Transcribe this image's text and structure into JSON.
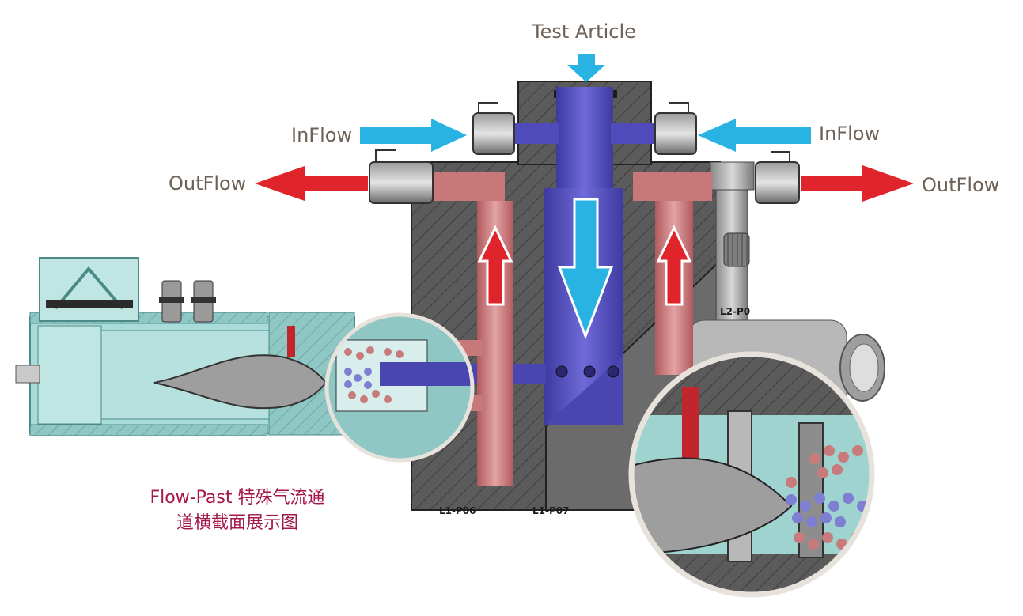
{
  "labels": {
    "test_article": "Test Article",
    "inflow_left": "InFlow",
    "inflow_right": "InFlow",
    "outflow_left": "OutFlow",
    "outflow_right": "OutFlow"
  },
  "caption": {
    "line1": "Flow-Past 特殊气流通",
    "line2": "道横截面展示图"
  },
  "part_stamps": {
    "left": "L1-P06",
    "center": "L1-P07",
    "right": "L2-P0"
  },
  "colors": {
    "inflow_arrow": "#29b3e3",
    "outflow_arrow": "#e0242b",
    "center_channel": "#5a55c4",
    "outflow_channel": "#c9787a",
    "steel": "#595959",
    "chamber_glass": "#9fd3d0",
    "label_text": "#6e6156",
    "caption_text": "#a3174b"
  }
}
